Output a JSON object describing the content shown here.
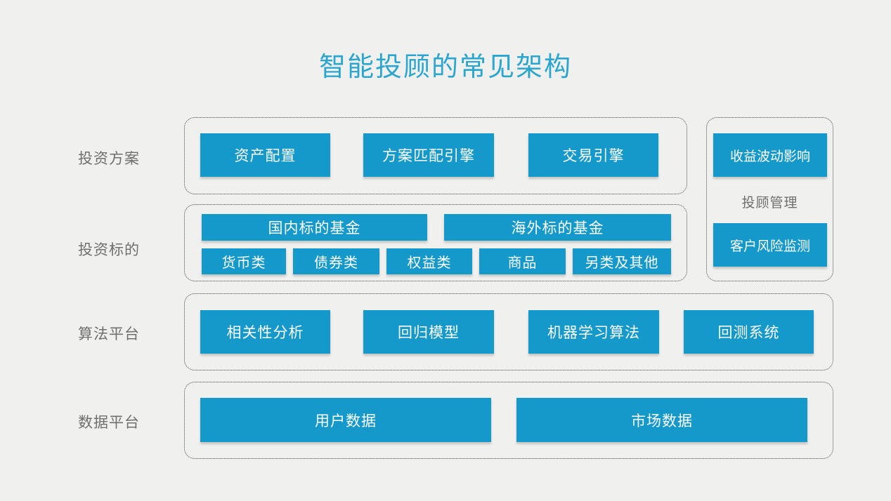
{
  "title": "智能投顾的常见架构",
  "colors": {
    "accent_box": "#1598ca",
    "title_text": "#2ba6ce",
    "background": "#f0f0ee",
    "label_text": "#6f6f6f",
    "box_text": "#ffffff",
    "dotted_border": "#4b4b4b"
  },
  "rows": [
    {
      "label": "投资方案",
      "boxes": [
        "资产配置",
        "方案匹配引擎",
        "交易引擎"
      ]
    },
    {
      "label": "投资标的",
      "fund_boxes": [
        "国内标的基金",
        "海外标的基金"
      ],
      "asset_boxes": [
        "货币类",
        "债券类",
        "权益类",
        "商品",
        "另类及其他"
      ]
    },
    {
      "label": "算法平台",
      "boxes": [
        "相关性分析",
        "回归模型",
        "机器学习算法",
        "回测系统"
      ]
    },
    {
      "label": "数据平台",
      "boxes": [
        "用户数据",
        "市场数据"
      ]
    }
  ],
  "side_panel": {
    "top_box": "收益波动影响",
    "label": "投顾管理",
    "bottom_box": "客户风险监测"
  }
}
